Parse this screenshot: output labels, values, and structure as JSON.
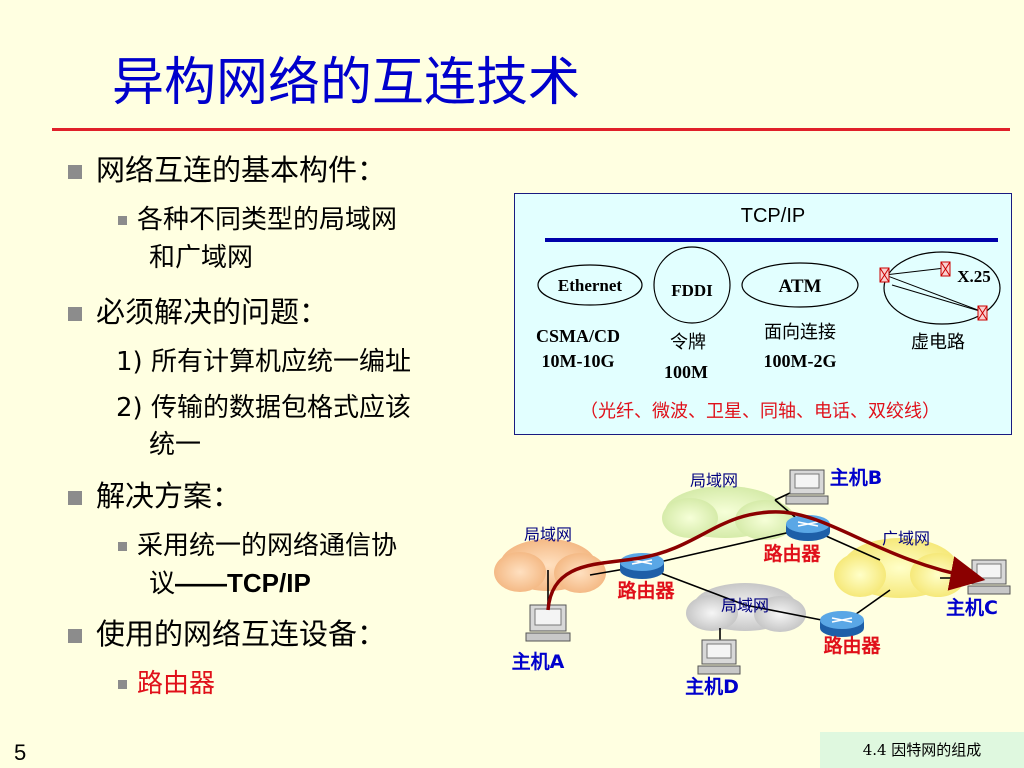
{
  "title": "异构网络的互连技术",
  "bullets": {
    "b1": "网络互连的基本构件：",
    "b1_sub": "各种不同类型的局域网",
    "b1_sub2": "和广域网",
    "b2": "必须解决的问题：",
    "b2_n1": "1)",
    "b2_t1": "所有计算机应统一编址",
    "b2_n2": "2)",
    "b2_t2": "传输的数据包格式应该",
    "b2_t2b": "统一",
    "b3": "解决方案：",
    "b3_sub": "采用统一的网络通信协",
    "b3_sub2a": "议",
    "b3_sub2b": "——TCP/IP",
    "b4": "使用的网络互连设备：",
    "b4_sub": "路由器"
  },
  "protocol_box": {
    "top": "TCP/IP",
    "ethernet": "Ethernet",
    "fddi": "FDDI",
    "atm": "ATM",
    "x25": "X.25",
    "csma": "CSMA/CD",
    "csma_speed": "10M-10G",
    "token": "令牌",
    "token_speed": "100M",
    "conn": "面向连接",
    "conn_speed": "100M-2G",
    "vc": "虚电路",
    "media": "（光纤、微波、卫星、同轴、电话、双绞线）"
  },
  "network": {
    "lan": "局域网",
    "wan": "广域网",
    "router": "路由器",
    "hostA": "主机A",
    "hostB": "主机B",
    "hostC": "主机C",
    "hostD": "主机D"
  },
  "colors": {
    "title": "#0000CC",
    "accent_red": "#E0101A",
    "host_blue": "#0000CC",
    "path": "#8B0000"
  },
  "page_number": "5",
  "footer": "4.4   因特网的组成"
}
